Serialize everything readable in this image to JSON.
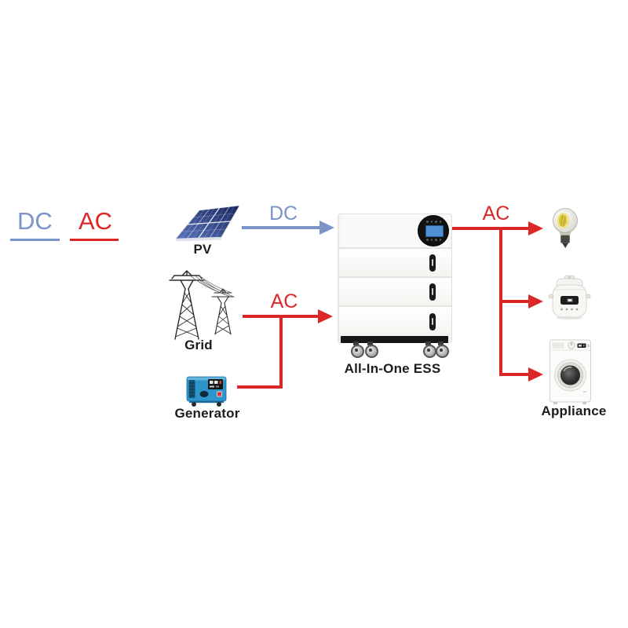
{
  "diagram": {
    "title_semantics": "All-In-One ESS energy flow diagram",
    "colors": {
      "dc_blue": "#7a94c7",
      "ac_red": "#db2727",
      "background": "#ffffff"
    },
    "legend": {
      "dc": {
        "label": "DC",
        "color": "#7a94c7"
      },
      "ac": {
        "label": "AC",
        "color": "#db2727"
      }
    },
    "nodes": {
      "pv": {
        "label": "PV",
        "icon": "solar-panel-icon"
      },
      "grid": {
        "label": "Grid",
        "icon": "transmission-tower-icon"
      },
      "generator": {
        "label": "Generator",
        "icon": "generator-icon"
      },
      "ess": {
        "label": "All-In-One ESS",
        "icon": "ess-unit-icon"
      },
      "appliance": {
        "label": "Appliance",
        "icons": [
          "light-bulb-icon",
          "rice-cooker-icon",
          "washing-machine-icon"
        ]
      }
    },
    "edges": {
      "pv_to_ess": {
        "label": "DC",
        "type": "DC",
        "color": "#7a94c7"
      },
      "grid_to_ess": {
        "label": "AC",
        "type": "AC",
        "color": "#db2727"
      },
      "generator_to_ac_line": {
        "type": "AC",
        "color": "#db2727"
      },
      "ess_to_appliances": {
        "label": "AC",
        "type": "AC",
        "color": "#db2727"
      }
    }
  }
}
